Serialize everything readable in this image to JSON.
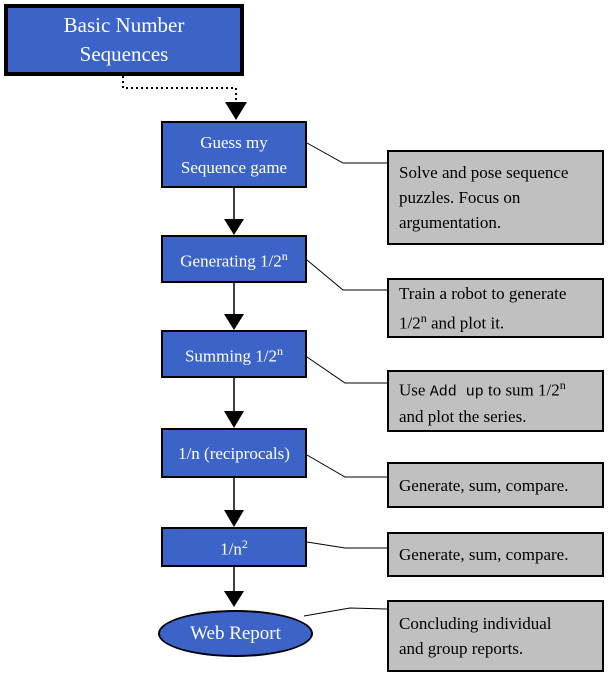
{
  "diagram": {
    "title": {
      "line1": "Basic Number",
      "line2": "Sequences"
    },
    "nodes": [
      {
        "line1": "Guess my",
        "line2": "Sequence game"
      },
      {
        "main": "Generating 1/2",
        "sup": "n"
      },
      {
        "main": "Summing 1/2",
        "sup": "n"
      },
      {
        "main": "1/n (reciprocals)"
      },
      {
        "main": "1/n",
        "sup": "2"
      },
      {
        "main": "Web Report"
      }
    ],
    "annotations": [
      {
        "lines": [
          "Solve and pose sequence",
          "puzzles. Focus on",
          "argumentation."
        ]
      },
      {
        "line1": "Train a robot to generate",
        "line2_pre": "1/2",
        "line2_sup": "n",
        "line2_post": " and plot it."
      },
      {
        "line1_pre": "Use ",
        "line1_code": "Add up",
        "line1_mid": " to sum 1/2",
        "line1_sup": "n",
        "line2": "and plot the series."
      },
      {
        "text": "Generate, sum, compare."
      },
      {
        "text": "Generate, sum, compare."
      },
      {
        "lines": [
          "Concluding individual",
          "and group reports."
        ]
      }
    ],
    "colors": {
      "node_fill": "#3C64C8",
      "node_text": "#FFFFFF",
      "annotation_fill": "#C0C0C0",
      "annotation_text": "#000000",
      "line": "#000000"
    }
  }
}
